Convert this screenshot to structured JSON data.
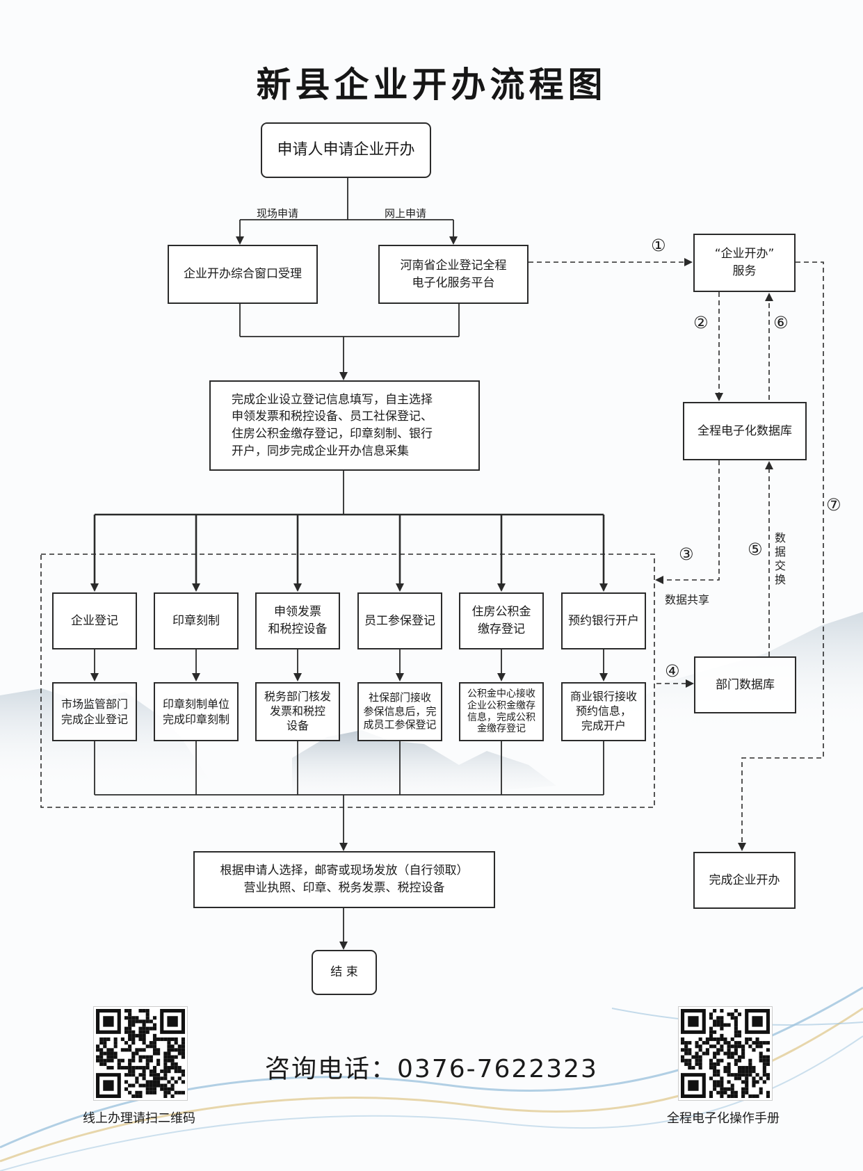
{
  "title": "新县企业开办流程图",
  "start_box": "申请人申请企业开办",
  "branch_labels": {
    "onsite": "现场申请",
    "online": "网上申请"
  },
  "window_box": "企业开办综合窗口受理",
  "platform_box": "河南省企业登记全程\n电子化服务平台",
  "info_box": "完成企业设立登记信息填写，自主选择\n申领发票和税控设备、员工社保登记、\n住房公积金缴存登记，印章刻制、银行\n开户，同步完成企业开办信息采集",
  "steps": [
    {
      "label": "企业登记",
      "result": "市场监管部门\n完成企业登记"
    },
    {
      "label": "印章刻制",
      "result": "印章刻制单位\n完成印章刻制"
    },
    {
      "label": "申领发票\n和税控设备",
      "result": "税务部门核发\n发票和税控\n设备"
    },
    {
      "label": "员工参保登记",
      "result": "社保部门接收\n参保信息后，完\n成员工参保登记"
    },
    {
      "label": "住房公积金\n缴存登记",
      "result": "公积金中心接收\n企业公积金缴存\n信息，完成公积\n金缴存登记"
    },
    {
      "label": "预约银行开户",
      "result": "商业银行接收\n预约信息，\n完成开户"
    }
  ],
  "issue_box": "根据申请人选择，邮寄或现场发放（自行领取）\n营业执照、印章、税务发票、税控设备",
  "end_box": "结 束",
  "service_box": "“企业开办”\n服务",
  "database_box": "全程电子化数据库",
  "dept_db_box": "部门数据库",
  "complete_box": "完成企业开办",
  "markers": [
    "①",
    "②",
    "③",
    "④",
    "⑤",
    "⑥",
    "⑦"
  ],
  "data_share_label": "数据共享",
  "data_exchange_label": "数据交换",
  "phone": "咨询电话：0376-7622323",
  "qr_left_caption": "线上办理请扫二维码",
  "qr_right_caption": "全程电子化操作手册",
  "colors": {
    "line": "#2a2a2a",
    "mountain": "#aab8c4",
    "swirl_blue": "#9fc3dd",
    "swirl_gold": "#e2cc96"
  }
}
